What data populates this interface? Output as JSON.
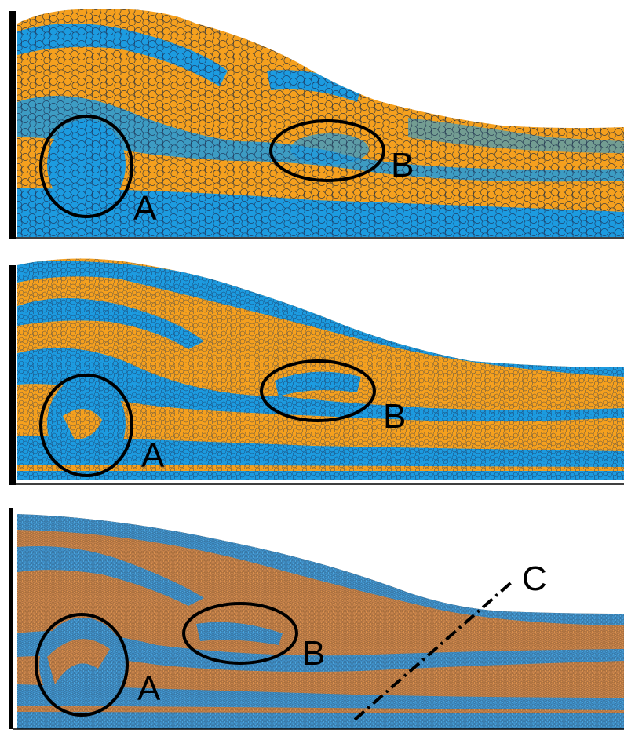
{
  "colors": {
    "blue": "#1c9be0",
    "orange": "#f5a01e",
    "blue_dark": "#3f8fc7",
    "brown": "#b97a46",
    "outline": "#111111",
    "background": "#ffffff"
  },
  "panels": [
    {
      "name": "panel-coarse",
      "labels": {
        "a": "A",
        "b": "B"
      }
    },
    {
      "name": "panel-medium",
      "labels": {
        "a": "A",
        "b": "B"
      }
    },
    {
      "name": "panel-fine",
      "labels": {
        "a": "A",
        "b": "B",
        "c": "C"
      }
    }
  ]
}
